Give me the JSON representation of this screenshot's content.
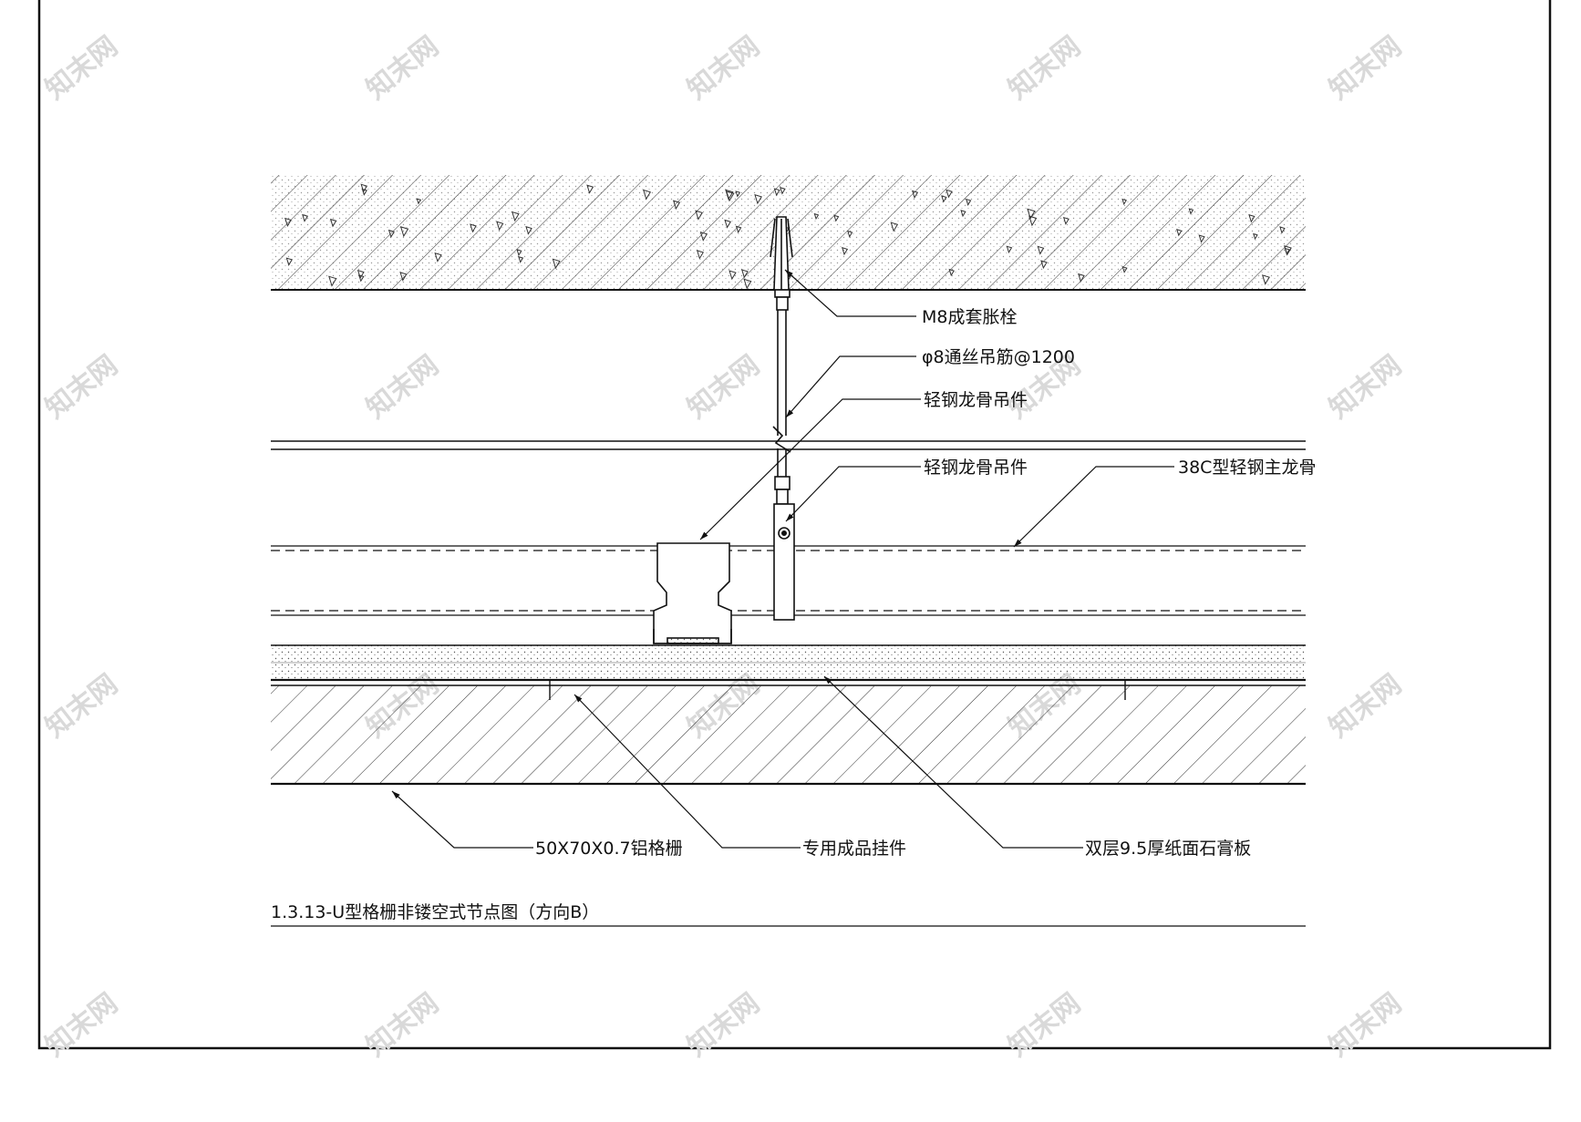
{
  "title": "1.3.13-U型格栅非镂空式节点图（方向B）",
  "labels": {
    "anchor_bolt": "M8成套胀栓",
    "hanger_rod": "φ8通丝吊筋@1200",
    "hanger_upper": "轻钢龙骨吊件",
    "hanger_lower": "轻钢龙骨吊件",
    "main_keel": "38C型轻钢主龙骨",
    "grille": "50X70X0.7铝格栅",
    "clip": "专用成品挂件",
    "gypsum": "双层9.5厚纸面石膏板"
  },
  "watermark": "知末网",
  "colors": {
    "line": "#111111",
    "background": "#ffffff",
    "watermark": "#d9d9d9"
  }
}
